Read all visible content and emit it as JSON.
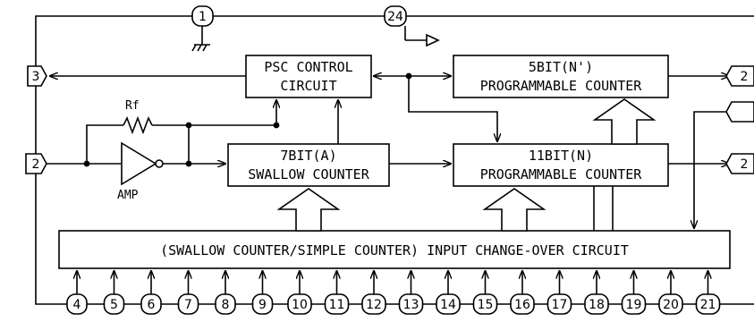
{
  "blocks": {
    "psc": {
      "line1": "PSC CONTROL",
      "line2": "CIRCUIT"
    },
    "n5": {
      "line1": "5BIT(N')",
      "line2": "PROGRAMMABLE COUNTER"
    },
    "a7": {
      "line1": "7BIT(A)",
      "line2": "SWALLOW COUNTER"
    },
    "n11": {
      "line1": "11BIT(N)",
      "line2": "PROGRAMMABLE COUNTER"
    },
    "changeover": {
      "label": "(SWALLOW COUNTER/SIMPLE COUNTER) INPUT CHANGE-OVER CIRCUIT"
    }
  },
  "components": {
    "resistor_label": "Rf",
    "amp_label": "AMP"
  },
  "pins": {
    "p1": "1",
    "p24": "24",
    "p3": "3",
    "p2": "2",
    "p_right_top": "2",
    "p_right_mid": "2",
    "bottom": [
      "4",
      "5",
      "6",
      "7",
      "8",
      "9",
      "10",
      "11",
      "12",
      "13",
      "14",
      "15",
      "16",
      "17",
      "18",
      "19",
      "20",
      "21"
    ]
  }
}
